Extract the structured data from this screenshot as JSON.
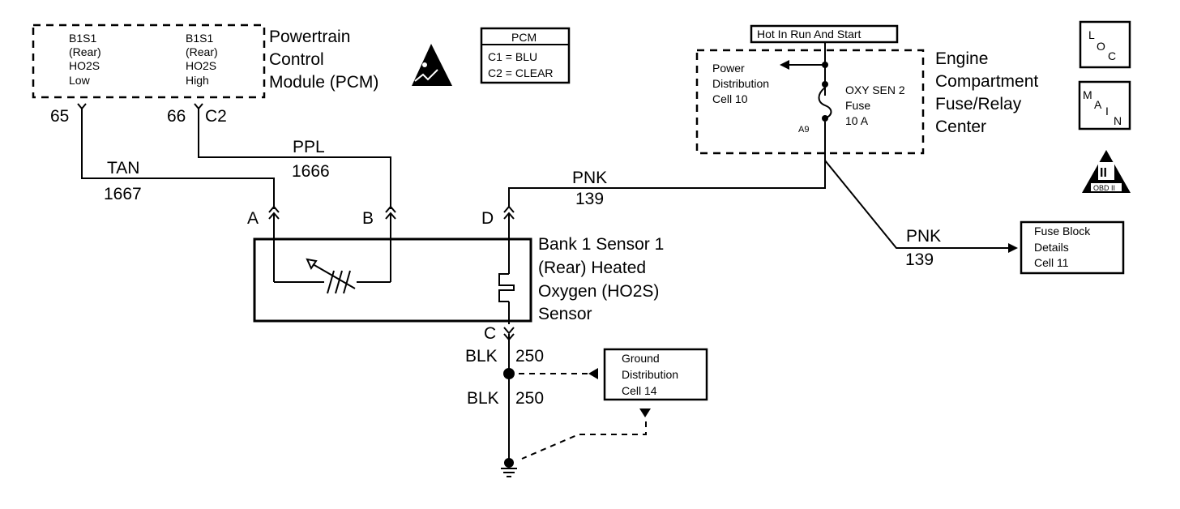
{
  "pcm": {
    "low_pin": [
      "B1S1",
      "(Rear)",
      "HO2S",
      "Low"
    ],
    "high_pin": [
      "B1S1",
      "(Rear)",
      "HO2S",
      "High"
    ],
    "title": [
      "Powertrain",
      "Control",
      "Module (PCM)"
    ],
    "pin_65": "65",
    "pin_66": "66",
    "conn_c2": "C2"
  },
  "pcm_legend": {
    "header": "PCM",
    "c1": "C1 = BLU",
    "c2": "C2 = CLEAR"
  },
  "wires": {
    "tan": {
      "color": "TAN",
      "circuit": "1667"
    },
    "ppl": {
      "color": "PPL",
      "circuit": "1666"
    },
    "pnk_d": {
      "color": "PNK",
      "circuit": "139"
    },
    "pnk_fuse": {
      "color": "PNK",
      "circuit": "139"
    },
    "blk_top": {
      "color": "BLK",
      "circuit": "250"
    },
    "blk_bottom": {
      "color": "BLK",
      "circuit": "250"
    }
  },
  "connectors": {
    "a": "A",
    "b": "B",
    "d": "D",
    "c": "C"
  },
  "sensor": {
    "label": [
      "Bank 1 Sensor 1",
      "(Rear) Heated",
      "Oxygen (HO2S)",
      "Sensor"
    ]
  },
  "fuse_center": {
    "hot_label": "Hot In Run And Start",
    "power_dist": [
      "Power",
      "Distribution",
      "Cell 10"
    ],
    "fuse_name": [
      "OXY SEN 2",
      "Fuse",
      "10 A"
    ],
    "fuse_pin": "A9",
    "title": [
      "Engine",
      "Compartment",
      "Fuse/Relay",
      "Center"
    ]
  },
  "fuse_block_ref": [
    "Fuse Block",
    "Details",
    "Cell 11"
  ],
  "ground_ref": [
    "Ground",
    "Distribution",
    "Cell 14"
  ],
  "side_icons": {
    "loc": {
      "l": "L",
      "o": "O",
      "c": "C"
    },
    "main": {
      "m": "M",
      "a": "A",
      "i": "I",
      "n": "N"
    },
    "obd": {
      "numeral": "II",
      "label": "OBD II"
    }
  }
}
